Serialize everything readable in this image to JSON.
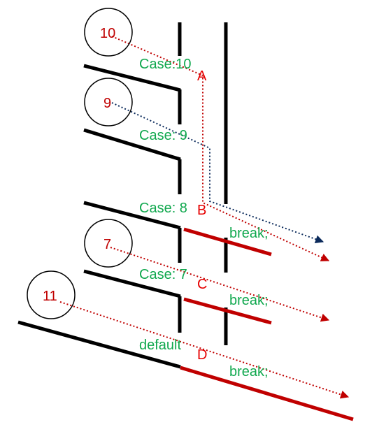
{
  "colors": {
    "case_text": "#10a84e",
    "number_text": "#c00000",
    "point_text": "#e60000",
    "bar_black": "#000000",
    "bar_red": "#c00000",
    "arrow_red": "#c00000",
    "arrow_navy": "#0b2a5b"
  },
  "inputs": [
    {
      "label": "10"
    },
    {
      "label": "9"
    },
    {
      "label": "7"
    },
    {
      "label": "11"
    }
  ],
  "cases": [
    {
      "label": "Case:10"
    },
    {
      "label": "Case: 9"
    },
    {
      "label": "Case: 8"
    },
    {
      "label": "Case: 7"
    },
    {
      "label": "default"
    }
  ],
  "breaks": [
    {
      "label": "break;"
    },
    {
      "label": "break;"
    },
    {
      "label": "break;"
    }
  ],
  "points": [
    {
      "label": "A"
    },
    {
      "label": "B"
    },
    {
      "label": "C"
    },
    {
      "label": "D"
    }
  ]
}
